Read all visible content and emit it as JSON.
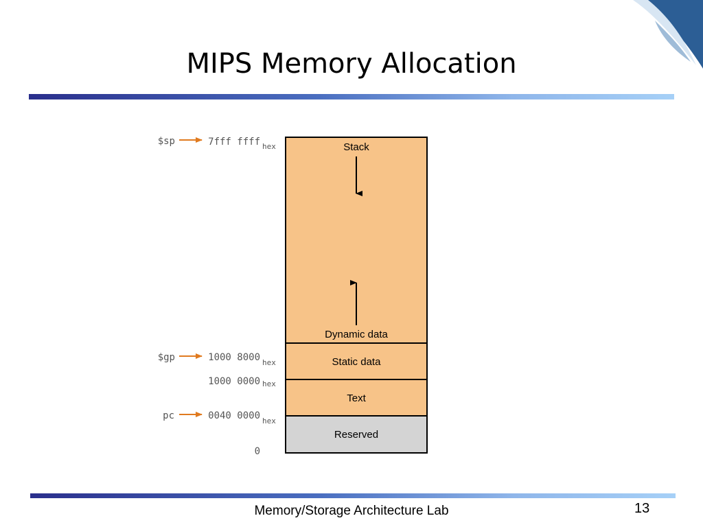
{
  "slide": {
    "title": "MIPS Memory Allocation",
    "footer": "Memory/Storage Architecture Lab",
    "page_number": "13"
  },
  "diagram": {
    "segments": [
      {
        "id": "stack-dynamic",
        "label_top": "Stack",
        "label_bottom": "Dynamic data",
        "color": "#f7c388"
      },
      {
        "id": "static",
        "label": "Static data",
        "color": "#f7c388"
      },
      {
        "id": "text",
        "label": "Text",
        "color": "#f7c388"
      },
      {
        "id": "reserved",
        "label": "Reserved",
        "color": "#d4d4d4"
      }
    ],
    "pointers": [
      {
        "name": "$sp",
        "address": "7fff ffff",
        "suffix": "hex"
      },
      {
        "name": "$gp",
        "address": "1000 8000",
        "suffix": "hex"
      },
      {
        "name": "",
        "address": "1000 0000",
        "suffix": "hex"
      },
      {
        "name": "pc",
        "address": "0040 0000",
        "suffix": "hex"
      },
      {
        "name": "",
        "address": "0",
        "suffix": ""
      }
    ],
    "arrow_color": "#e07a1f"
  }
}
